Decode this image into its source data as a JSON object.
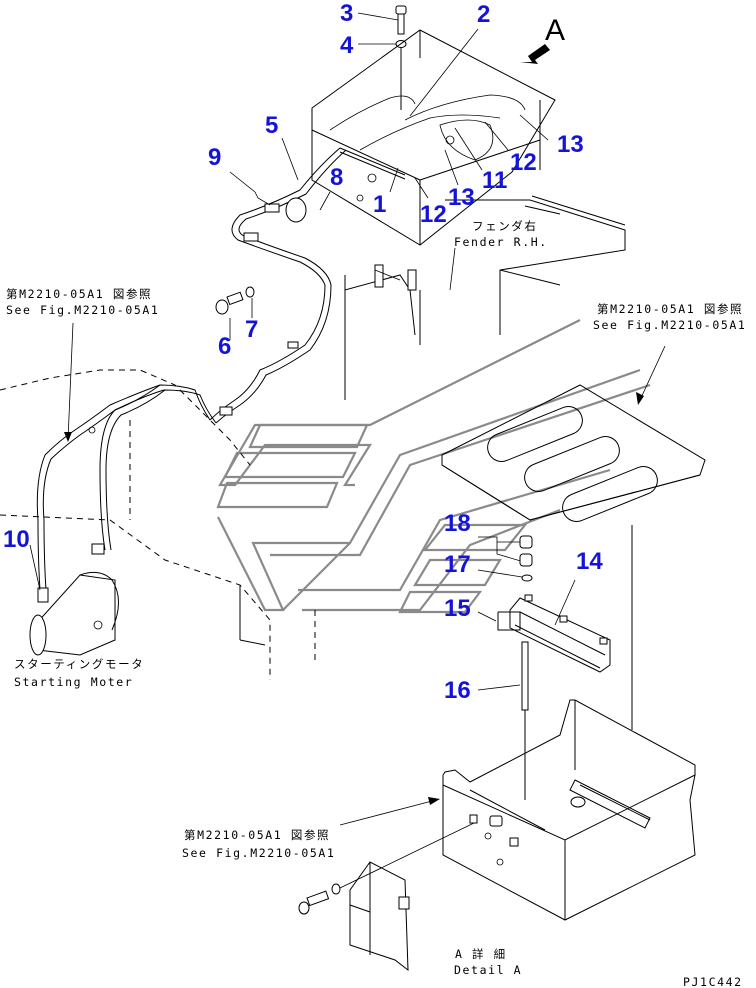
{
  "diagram": {
    "drawing_code": "PJ1C442",
    "view_marker": "A",
    "callouts": [
      {
        "id": "1",
        "label": "1"
      },
      {
        "id": "2",
        "label": "2"
      },
      {
        "id": "3",
        "label": "3"
      },
      {
        "id": "4",
        "label": "4"
      },
      {
        "id": "5",
        "label": "5"
      },
      {
        "id": "6",
        "label": "6"
      },
      {
        "id": "7",
        "label": "7"
      },
      {
        "id": "8",
        "label": "8"
      },
      {
        "id": "9",
        "label": "9"
      },
      {
        "id": "10",
        "label": "10"
      },
      {
        "id": "11",
        "label": "11"
      },
      {
        "id": "12a",
        "label": "12"
      },
      {
        "id": "12b",
        "label": "12"
      },
      {
        "id": "13a",
        "label": "13"
      },
      {
        "id": "13b",
        "label": "13"
      },
      {
        "id": "14",
        "label": "14"
      },
      {
        "id": "15",
        "label": "15"
      },
      {
        "id": "16",
        "label": "16"
      },
      {
        "id": "17",
        "label": "17"
      },
      {
        "id": "18",
        "label": "18"
      }
    ],
    "references": [
      {
        "jp": "第M2210-05A1 図参照",
        "en": "See Fig.M2210-05A1"
      },
      {
        "jp": "第M2210-05A1 図参照",
        "en": "See Fig.M2210-05A1"
      },
      {
        "jp": "第M2210-05A1 図参照",
        "en": "See Fig.M2210-05A1"
      }
    ],
    "fender": {
      "jp": "フェンダ右",
      "en": "Fender R.H."
    },
    "starting_motor": {
      "jp": "スターティングモータ",
      "en": "Starting Moter"
    },
    "detail": {
      "jp": "A 詳 細",
      "en": "Detail A"
    },
    "colors": {
      "callout": "#1414d8",
      "line": "#000000",
      "ghost": "#8a8a8a"
    }
  }
}
